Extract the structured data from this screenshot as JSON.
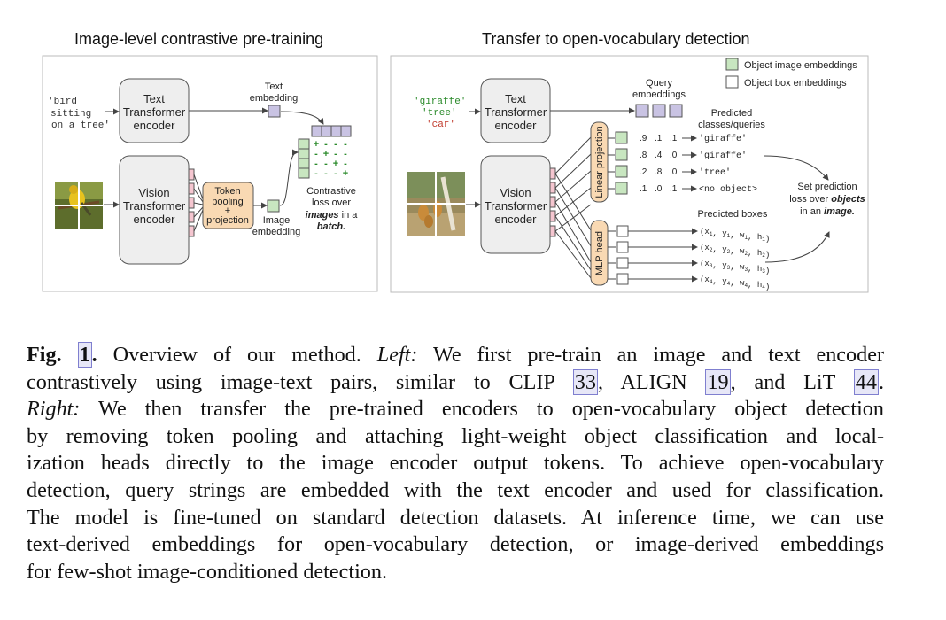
{
  "titles": {
    "left": "Image-level contrastive pre-training",
    "right": "Transfer to open-vocabulary detection"
  },
  "left_panel": {
    "input_text": [
      "'bird",
      "sitting",
      "on a tree'"
    ],
    "text_encoder": [
      "Text",
      "Transformer",
      "encoder"
    ],
    "text_embedding": [
      "Text",
      "embedding"
    ],
    "vision_encoder": [
      "Vision",
      "Transformer",
      "encoder"
    ],
    "token_pooling": [
      "Token",
      "pooling",
      "+",
      "projection"
    ],
    "image_embedding": [
      "Image",
      "embedding"
    ],
    "contrastive": [
      "Contrastive",
      "loss over"
    ],
    "contrastive_em": [
      "images",
      "batch."
    ],
    "contrastive_join": " in a",
    "matrix_rows": [
      [
        "+",
        "-",
        "-",
        "-"
      ],
      [
        "-",
        "+",
        "-",
        "-"
      ],
      [
        "-",
        "-",
        "+",
        "-"
      ],
      [
        "-",
        "-",
        "-",
        "+"
      ]
    ],
    "image_icon": "bird-photo"
  },
  "right_panel": {
    "legend": [
      "Object image embeddings",
      "Object box embeddings"
    ],
    "queries": [
      "'giraffe'",
      "'tree'",
      "'car'"
    ],
    "text_encoder": [
      "Text",
      "Transformer",
      "encoder"
    ],
    "query_embeddings": [
      "Query",
      "embeddings"
    ],
    "predicted_classes": [
      "Predicted",
      "classes/queries"
    ],
    "vision_encoder": [
      "Vision",
      "Transformer",
      "encoder"
    ],
    "linear_projection": "Linear projection",
    "mlp_head": "MLP head",
    "class_rows": [
      {
        "scores": [
          ".9",
          ".1",
          ".1"
        ],
        "label": "'giraffe'"
      },
      {
        "scores": [
          ".8",
          ".4",
          ".0"
        ],
        "label": "'giraffe'"
      },
      {
        "scores": [
          ".2",
          ".8",
          ".0"
        ],
        "label": "'tree'"
      },
      {
        "scores": [
          ".1",
          ".0",
          ".1"
        ],
        "label": "<no object>"
      }
    ],
    "set_prediction": [
      "Set prediction",
      "loss over"
    ],
    "set_em": [
      "objects",
      "image."
    ],
    "set_join": "in an",
    "predicted_boxes": "Predicted boxes",
    "boxes": [
      "1",
      "2",
      "3",
      "4"
    ],
    "image_icon": "giraffes-photo"
  },
  "caption": {
    "label": "Fig. 1.",
    "left_em": "Left:",
    "right_em": "Right:",
    "lines": [
      " Overview of our method. ",
      " We first pre-train an image and text encoder",
      "contrastively using image-text pairs, similar to CLIP ",
      ", ALIGN ",
      ", and LiT ",
      ".",
      " We then transfer the pre-trained encoders to open-vocabulary object detection",
      "by removing token pooling and attaching light-weight object classification and local-",
      "ization heads directly to the image encoder output tokens. To achieve open-vocabulary",
      "detection, query strings are embedded with the text encoder and used for classification.",
      "The model is fine-tuned on standard detection datasets. At inference time, we can use",
      "text-derived embeddings for open-vocabulary detection, or image-derived embeddings",
      "for few-shot image-conditioned detection."
    ],
    "refs": [
      "1",
      "33",
      "19",
      "44"
    ]
  },
  "colors": {
    "text_emb": "#c9c3e3",
    "img_emb": "#c8e6c0",
    "pooling": "#f9d9b3",
    "token": "#f5c6d0",
    "plus": "#2a8a2a"
  }
}
